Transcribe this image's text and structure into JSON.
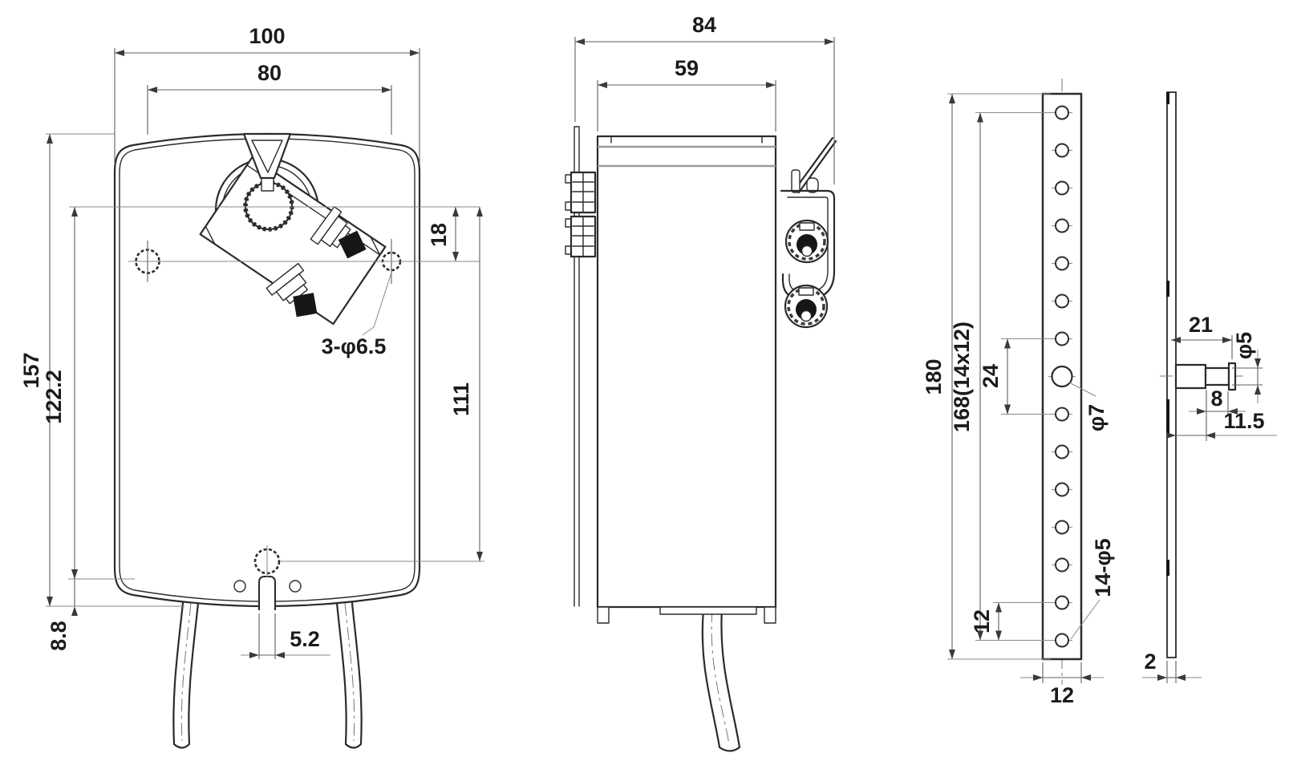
{
  "drawing": {
    "front_view": {
      "overall_width": "100",
      "hole_spacing": "80",
      "overall_height": "157",
      "center_height": "122.2",
      "base_offset": "8.8",
      "notch_width": "5.2",
      "shaft_to_holes": "18",
      "holes_span": "111",
      "mount_holes": "3-φ6.5"
    },
    "side_view": {
      "overall_depth": "84",
      "body_depth": "59"
    },
    "bracket_front_view": {
      "overall_length": "180",
      "hole_pattern": "168(14x12)",
      "double_pitch": "24",
      "center_hole": "φ7",
      "hole_pitch": "12",
      "small_holes": "14-φ5",
      "width": "12"
    },
    "bracket_side_view": {
      "pin_length": "21",
      "pin_diameter": "φ5",
      "pin_tip_length": "8",
      "pin_base_length": "11.5",
      "plate_thickness": "2"
    }
  },
  "colors": {
    "outline": "#2b2b2b",
    "dimension_line": "#5f5f5f",
    "text": "#1b1b1b",
    "background": "#ffffff"
  }
}
